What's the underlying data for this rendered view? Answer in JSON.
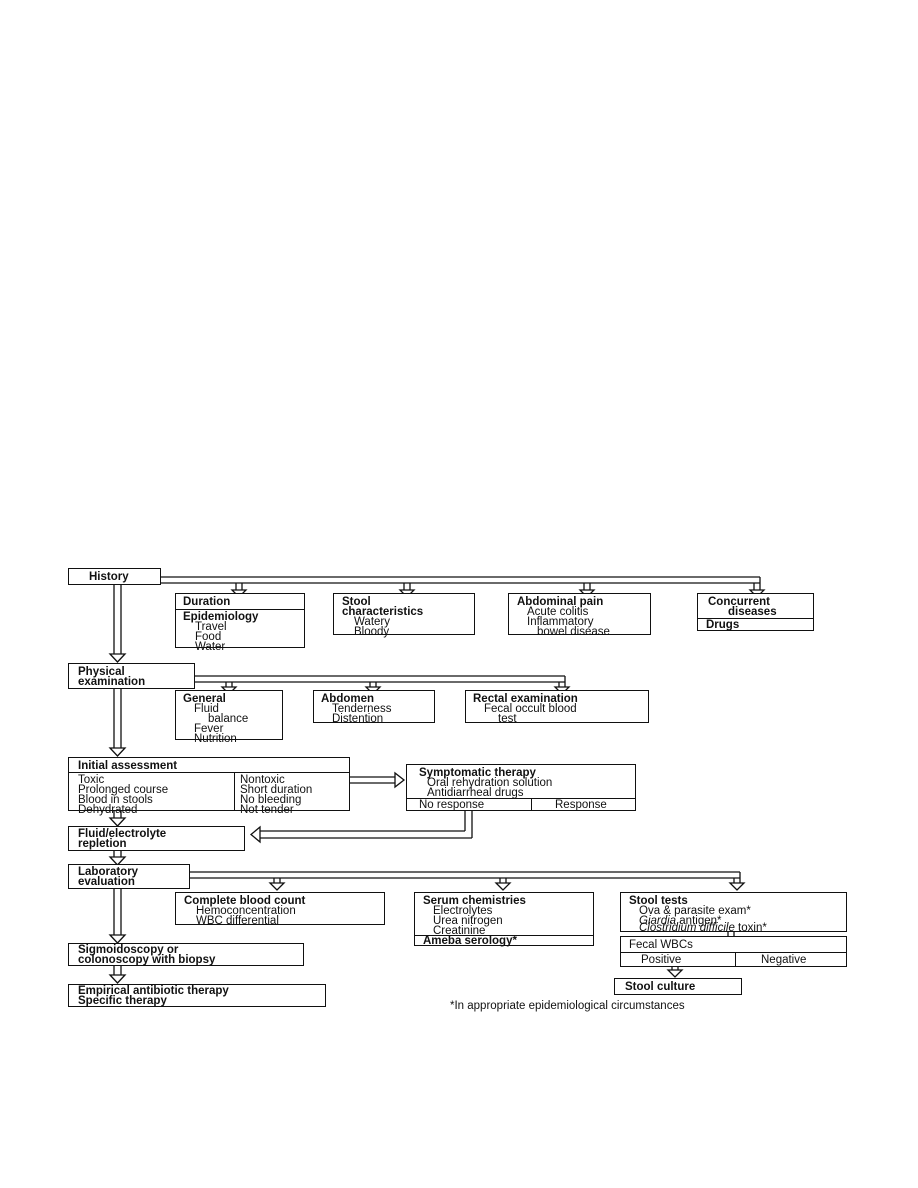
{
  "history": {
    "label": "History"
  },
  "duration": {
    "title": "Duration"
  },
  "epidemiology": {
    "title": "Epidemiology",
    "items": [
      "Travel",
      "Food",
      "Water"
    ]
  },
  "stool_characteristics": {
    "title_1": "Stool",
    "title_2": "characteristics",
    "items": [
      "Watery",
      "Bloody"
    ]
  },
  "abdominal_pain": {
    "title": "Abdominal pain",
    "items": [
      "Acute colitis",
      "Inflammatory",
      "bowel disease"
    ]
  },
  "concurrent": {
    "title_1": "Concurrent",
    "title_2": "diseases",
    "drugs": "Drugs"
  },
  "physical_exam": {
    "label_1": "Physical",
    "label_2": "examination"
  },
  "general": {
    "title": "General",
    "items": [
      "Fluid",
      "balance",
      "Fever",
      "Nutrition"
    ]
  },
  "abdomen": {
    "title": "Abdomen",
    "items": [
      "Tenderness",
      "Distention"
    ]
  },
  "rectal": {
    "title": "Rectal examination",
    "items": [
      "Fecal occult blood",
      "test"
    ]
  },
  "initial_assessment": {
    "title": "Initial assessment",
    "left": [
      "Toxic",
      "Prolonged course",
      "Blood in stools",
      "Dehydrated"
    ],
    "right": [
      "Nontoxic",
      "Short duration",
      "No bleeding",
      "Not tender"
    ]
  },
  "symptomatic": {
    "title": "Symptomatic therapy",
    "items": [
      "Oral rehydration solution",
      "Antidiarrheal drugs"
    ],
    "no_response": "No response",
    "response": "Response"
  },
  "fluid": {
    "label_1": "Fluid/electrolyte",
    "label_2": "repletion"
  },
  "laboratory": {
    "label_1": "Laboratory",
    "label_2": "evaluation"
  },
  "cbc": {
    "title": "Complete blood count",
    "items": [
      "Hemoconcentration",
      "WBC differential"
    ]
  },
  "serum": {
    "title": "Serum chemistries",
    "items": [
      "Electrolytes",
      "Urea nitrogen",
      "Creatinine"
    ],
    "ameba": "Ameba serology*"
  },
  "stool_tests": {
    "title": "Stool tests",
    "ova": "Ova & parasite exam*",
    "giardia_italic": "Giardia",
    "giardia_rest": " antigen*",
    "clostridium_italic": "Clostridium difficile",
    "clostridium_rest": " toxin*"
  },
  "fecal_wbc": {
    "title": "Fecal WBCs",
    "positive": "Positive",
    "negative": "Negative"
  },
  "stool_culture": {
    "label": "Stool culture"
  },
  "sigmoidoscopy": {
    "label_1": "Sigmoidoscopy or",
    "label_2": "colonoscopy with biopsy"
  },
  "empirical": {
    "label_1": "Empirical antibiotic therapy",
    "label_2": "Specific therapy"
  },
  "footnote": {
    "text": "*In appropriate epidemiological circumstances"
  }
}
